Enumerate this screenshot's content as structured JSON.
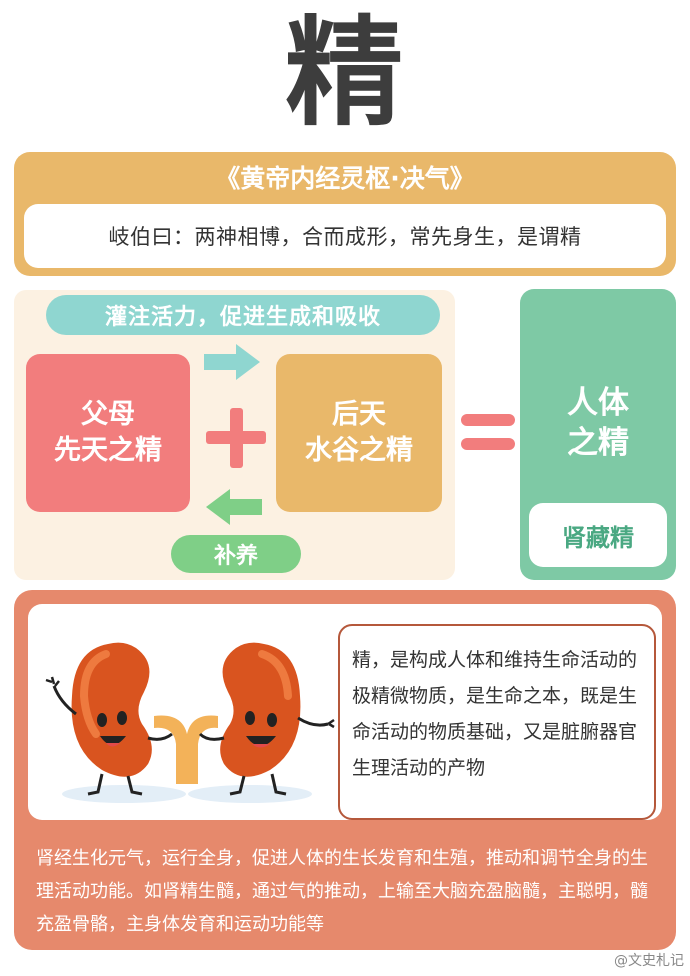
{
  "title": "精",
  "quote": {
    "title": "《黄帝内经灵枢·决气》",
    "text": "岐伯曰：两神相博，合而成形，常先身生，是谓精"
  },
  "diagram": {
    "top_label": "灌注活力，促进生成和吸收",
    "bottom_label": "补养",
    "left_box": {
      "line1": "父母",
      "line2": "先天之精"
    },
    "right_box": {
      "line1": "后天",
      "line2": "水谷之精"
    },
    "result": {
      "line1": "人体",
      "line2": "之精"
    },
    "storage": "肾藏精"
  },
  "definition": "精，是构成人体和维持生命活动的极精微物质，是生命之本，既是生命活动的物质基础，又是脏腑器官生理活动的产物",
  "summary": "肾经生化元气，运行全身，促进人体的生长发育和生殖，推动和调节全身的生理活动功能。如肾精生髓，通过气的推动，上输至大脑充盈脑髓，主聪明，髓充盈骨骼，主身体发育和运动功能等",
  "watermark": "@文史札记",
  "colors": {
    "quote_band": "#e9b86a",
    "top_pill": "#8fd6d0",
    "bottom_pill": "#7fcf87",
    "left_box": "#f27d7d",
    "right_box": "#e9b86a",
    "result": "#7ec9a5",
    "bottom_card": "#e6896c"
  }
}
